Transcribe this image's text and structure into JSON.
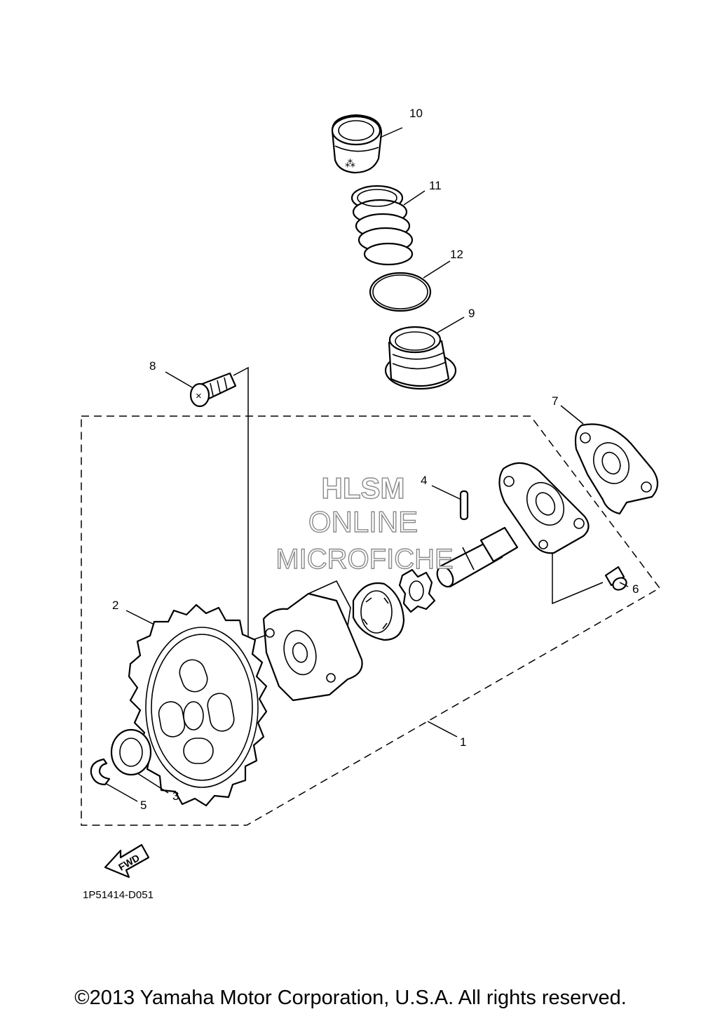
{
  "diagram": {
    "callouts": {
      "c1": "1",
      "c2": "2",
      "c3": "3",
      "c4": "4",
      "c5": "5",
      "c6": "6",
      "c7": "7",
      "c8": "8",
      "c9": "9",
      "c10": "10",
      "c11": "11",
      "c12": "12"
    },
    "reference_code": "1P51414-D051",
    "fwd_label": "FWD",
    "watermark": {
      "line1": "HLSM",
      "line2": "ONLINE",
      "line3": "MICROFICHE"
    }
  },
  "footer": {
    "copyright": "©2013 Yamaha Motor Corporation, U.S.A. All rights reserved."
  },
  "colors": {
    "line": "#000000",
    "background": "#ffffff",
    "watermark": "#8a8a8a"
  },
  "icons": {
    "direction": "fwd-arrow-icon"
  }
}
